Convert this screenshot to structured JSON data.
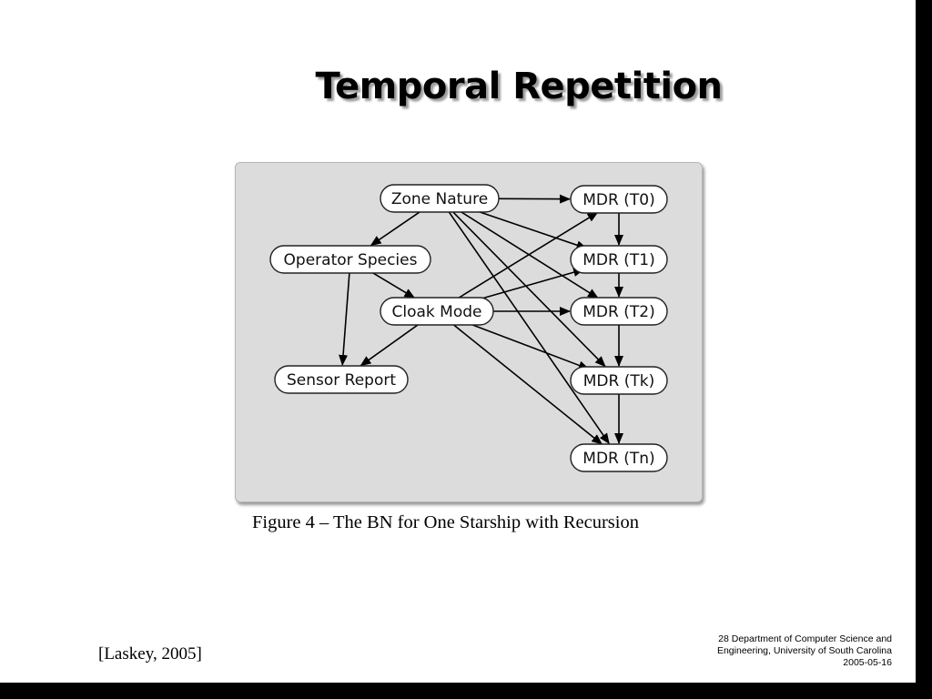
{
  "slide": {
    "title": "Temporal Repetition",
    "caption": "Figure 4 – The BN for One Starship with Recursion",
    "citation": "[Laskey, 2005]",
    "footer": {
      "line1": "28 Department of Computer Science and",
      "line2": "Engineering, University of South Carolina",
      "line3": "2005-05-16"
    }
  },
  "diagram": {
    "nodes": [
      {
        "id": "zone",
        "label": "Zone Nature"
      },
      {
        "id": "op",
        "label": "Operator Species"
      },
      {
        "id": "cloak",
        "label": "Cloak Mode"
      },
      {
        "id": "sensor",
        "label": "Sensor Report"
      },
      {
        "id": "t0",
        "label": "MDR (T0)"
      },
      {
        "id": "t1",
        "label": "MDR (T1)"
      },
      {
        "id": "t2",
        "label": "MDR (T2)"
      },
      {
        "id": "tk",
        "label": "MDR (Tk)"
      },
      {
        "id": "tn",
        "label": "MDR (Tn)"
      }
    ],
    "edges": [
      [
        "zone",
        "t0"
      ],
      [
        "zone",
        "op"
      ],
      [
        "zone",
        "t1"
      ],
      [
        "zone",
        "t2"
      ],
      [
        "zone",
        "tk"
      ],
      [
        "zone",
        "tn"
      ],
      [
        "op",
        "cloak"
      ],
      [
        "op",
        "sensor"
      ],
      [
        "cloak",
        "t0"
      ],
      [
        "cloak",
        "t1"
      ],
      [
        "cloak",
        "t2"
      ],
      [
        "cloak",
        "tk"
      ],
      [
        "cloak",
        "tn"
      ],
      [
        "cloak",
        "sensor"
      ],
      [
        "t0",
        "t1"
      ],
      [
        "t1",
        "t2"
      ],
      [
        "t2",
        "tk"
      ],
      [
        "tk",
        "tn"
      ]
    ]
  }
}
